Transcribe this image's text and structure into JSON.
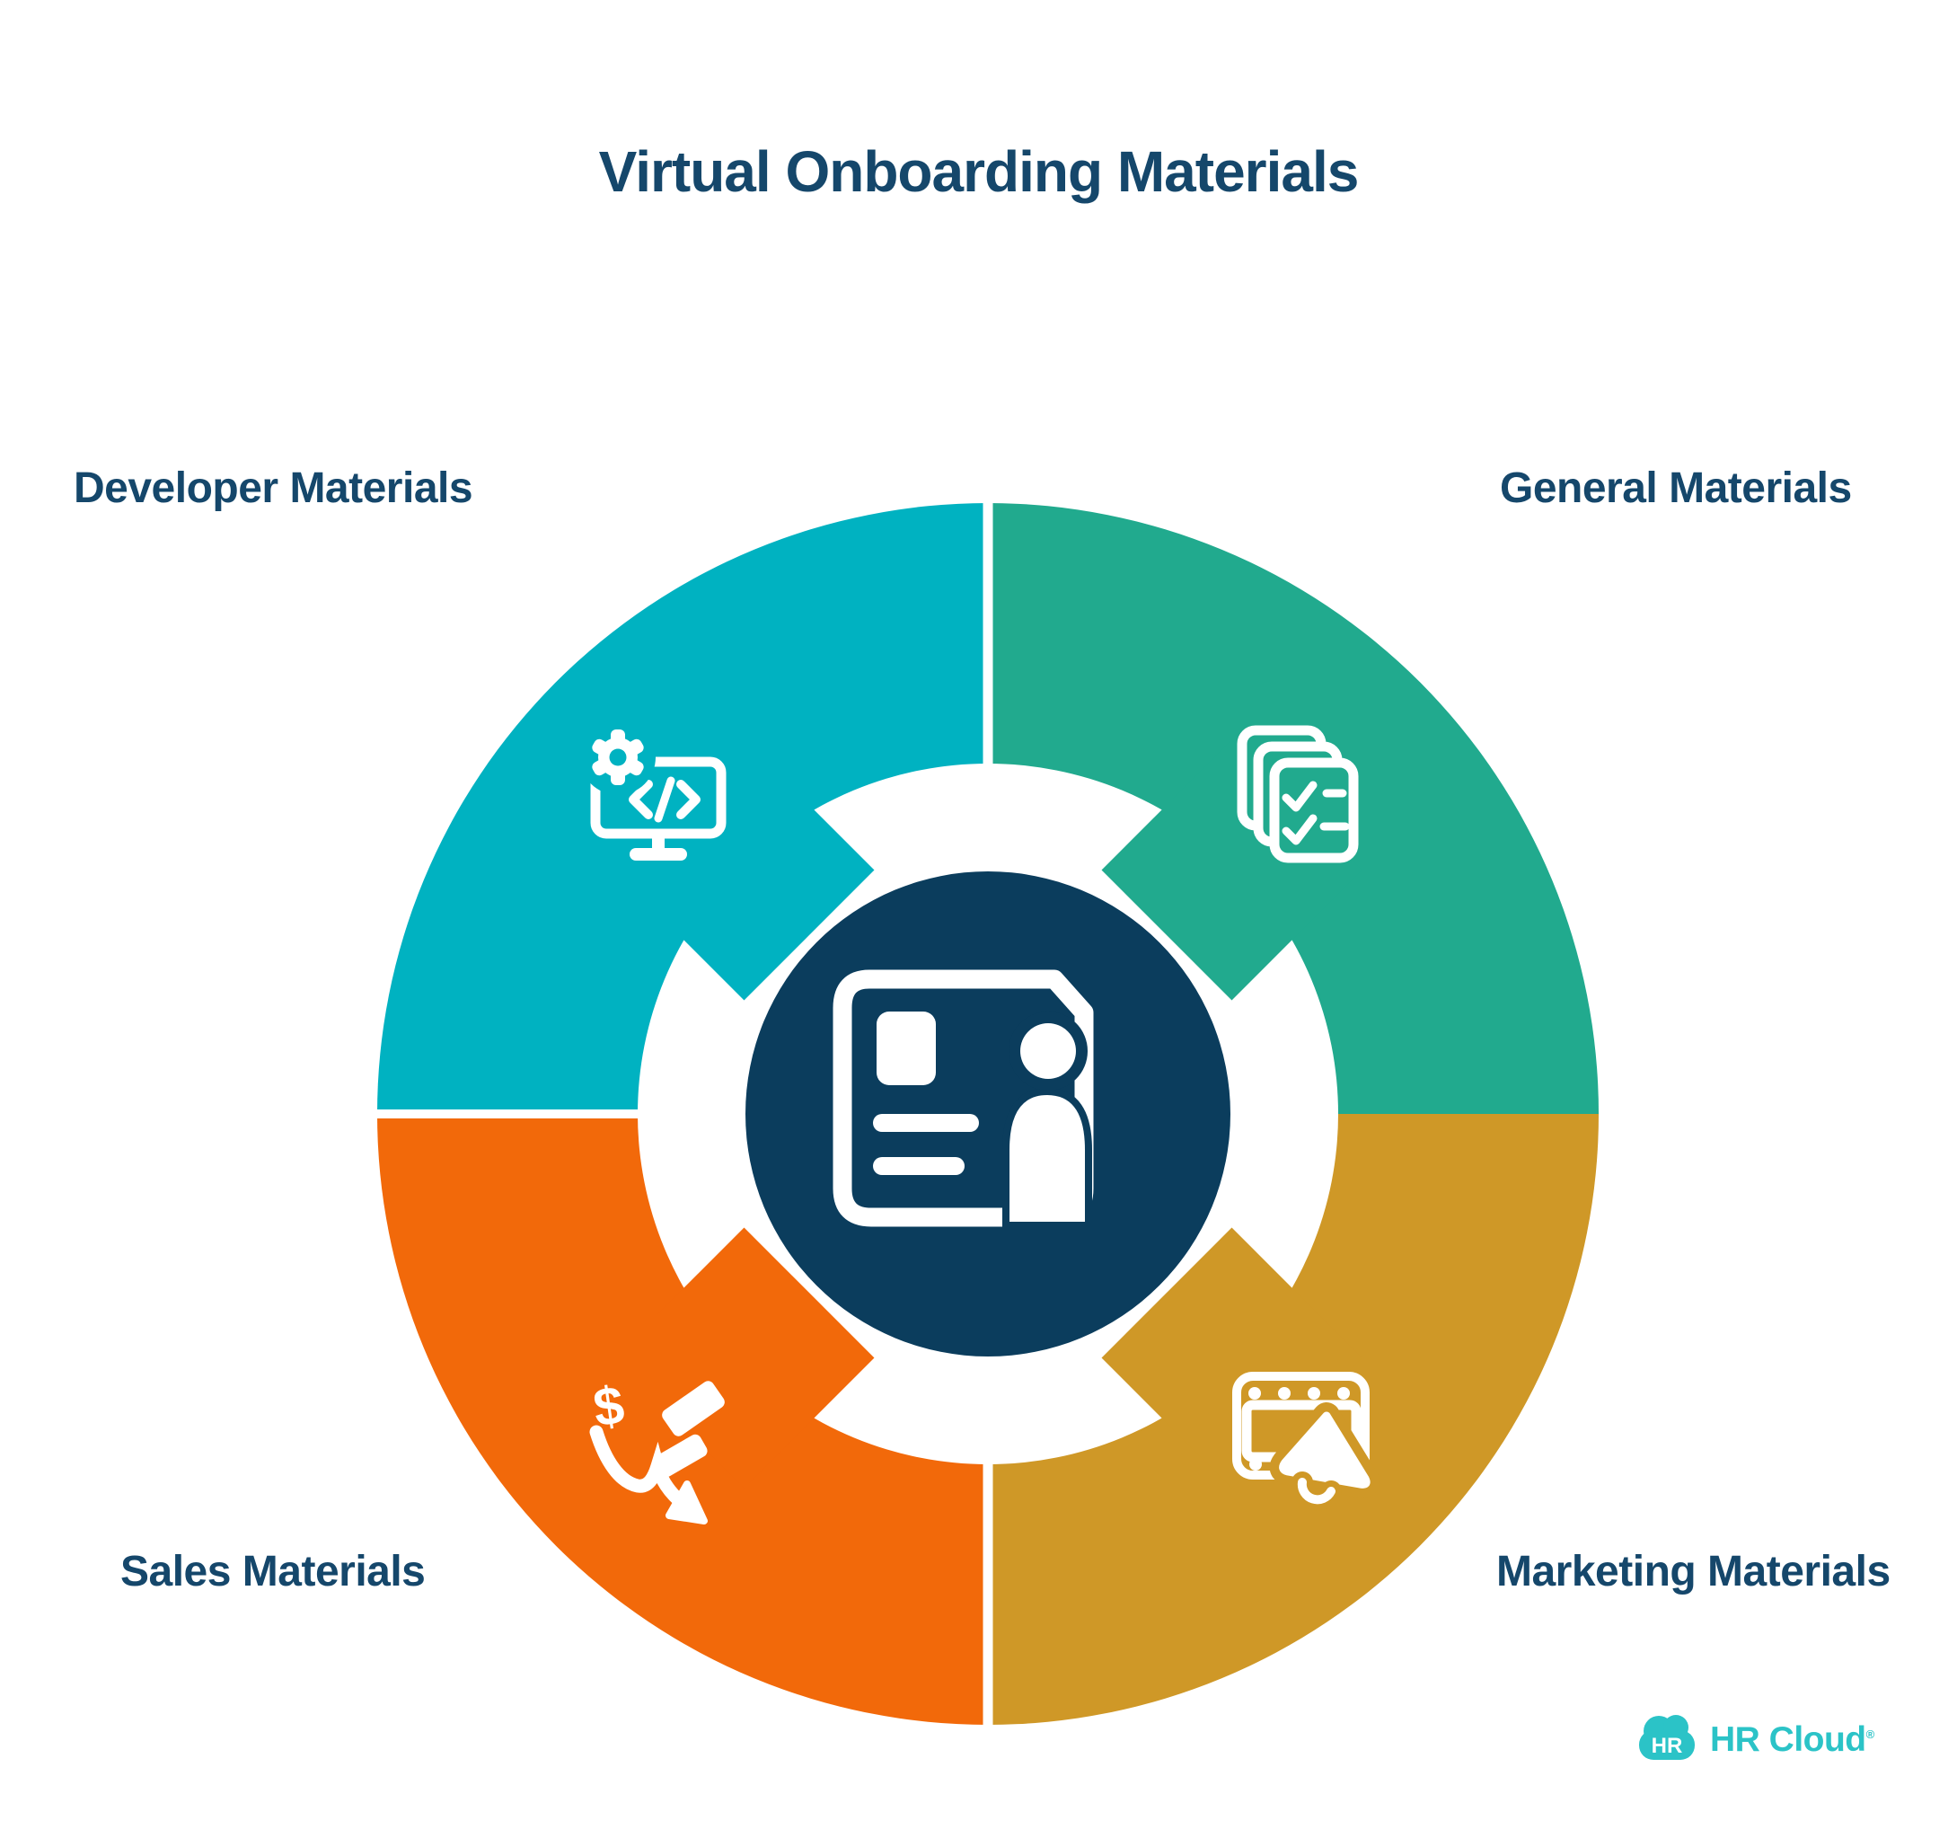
{
  "title": "Virtual Onboarding Materials",
  "quadrants": {
    "developer": {
      "label": "Developer Materials",
      "color": "#00B2C1",
      "icon": "monitor-code-gear-icon"
    },
    "general": {
      "label": "General Materials",
      "color": "#21AA8E",
      "icon": "document-stack-checklist-icon"
    },
    "sales": {
      "label": "Sales Materials",
      "color": "#F2690A",
      "icon": "dollar-decline-arrow-icon"
    },
    "marketing": {
      "label": "Marketing Materials",
      "color": "#CF9827",
      "icon": "media-window-megaphone-icon"
    }
  },
  "center": {
    "color": "#0B3D5D",
    "icon": "onboarding-board-person-icon"
  },
  "icons": {
    "sales_dollar": "$"
  },
  "logo": {
    "cloud_text": "HR",
    "brand": "HR Cloud",
    "registered": "®"
  },
  "colors": {
    "q-cyan": "#00B2C1",
    "q-green": "#21AA8E",
    "q-orange": "#F2690A",
    "q-gold": "#CF9827",
    "navy": "#0B3D5D",
    "ink": "#15476B",
    "brand-teal": "#2BC3C7",
    "bg": "#FFFFFF"
  }
}
